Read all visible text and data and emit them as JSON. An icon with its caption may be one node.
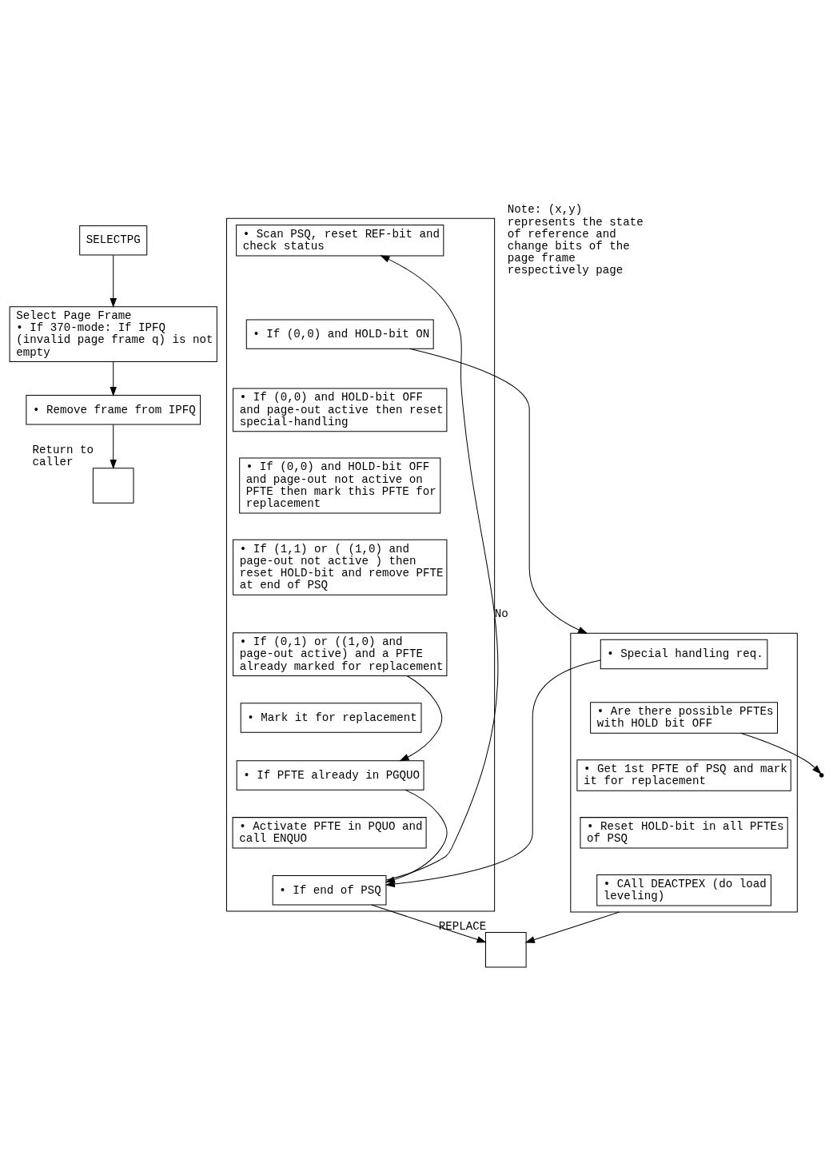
{
  "diagram": {
    "nodes": [
      {
        "text": [
          "SELECTPG"
        ]
      },
      {
        "text": [
          "Select Page Frame",
          "• If 370-mode: If IPFQ (invalid page frame q) is not empty"
        ]
      },
      {
        "text": [],
        "shape": "box"
      },
      {
        "text": [
          "• Scan PSQ, reset REF-bit and check status"
        ],
        "in": 2
      },
      {
        "text": [
          "• If (0,0) and HOLD-bit ON"
        ],
        "in": 2
      },
      {
        "text": [
          "• If (0,0) and HOLD-bit OFF and page-out active then reset special-handling"
        ],
        "in": 2
      },
      {
        "text": [
          "• If (0,0) and HOLD-bit OFF and page-out not active on PFTE then mark this PFTE for replacement"
        ],
        "in": 2
      },
      {
        "text": [
          "• If (1,1) or ( (1,0) and page-out not active ) then reset HOLD-bit and remove PFTE at end of PSQ"
        ],
        "in": 2
      },
      {
        "text": [
          "• If (0,1) or ((1,0) and page-out active) and a PFTE already marked for replacement"
        ],
        "in": 2
      },
      {
        "text": [
          "• Mark it for replacement"
        ],
        "in": 2
      },
      {
        "text": [
          "• If PFTE already in PGQUO"
        ],
        "in": 2
      },
      {
        "text": [
          "• Activate PFTE in PQUO and call ENQUO"
        ],
        "in": 2
      },
      {
        "text": [
          "• If end of PSQ"
        ],
        "in": 2
      },
      {
        "text": [
          "• Remove frame from IPFQ"
        ]
      },
      {
        "text": [],
        "shape": "box",
        "beside": [
          "Return to caller"
        ]
      },
      {
        "text": [],
        "shape": "box"
      },
      {
        "text": [
          "• Special handling req."
        ],
        "in": 15
      },
      {
        "text": [
          "• Are there possible PFTEs with HOLD bit OFF"
        ],
        "in": 15
      },
      {
        "text": [
          "• Get 1st PFTE of PSQ and mark it for replacement"
        ],
        "in": 15
      },
      {
        "text": [
          "• Reset HOLD-bit in all PFTEs of PSQ"
        ],
        "in": 15
      },
      {
        "text": [
          "• CAll DEACTPEX (do load leveling)"
        ],
        "in": 15
      },
      {
        "text": [],
        "shape": "box",
        "beside": [
          "REPLACE"
        ]
      }
    ],
    "edges": [
      {
        "from": 0,
        "to": 1,
        "arrow": "to"
      },
      {
        "from": 1,
        "to": 13,
        "arrow": "to"
      },
      {
        "from": 13,
        "to": 14,
        "arrow": "to"
      },
      {
        "from": 4,
        "to": 15,
        "arrow": "to"
      },
      {
        "from": 8,
        "to": 10,
        "arrow": "to"
      },
      {
        "from": 10,
        "to": 12,
        "arrow": "to"
      },
      {
        "from": 16,
        "to": 12,
        "arrow": "to"
      },
      {
        "from": 17,
        "to": null,
        "arrow": "to"
      },
      {
        "from": 15,
        "to": 21,
        "arrow": "to"
      },
      {
        "from": 12,
        "to": 21,
        "arrow": "to"
      },
      {
        "from": 12,
        "to": 3,
        "arrow": "to",
        "label": "No"
      }
    ],
    "labels": [
      "Note: (x,y) represents the state of reference and change bits of the page frame respectively page"
    ]
  }
}
